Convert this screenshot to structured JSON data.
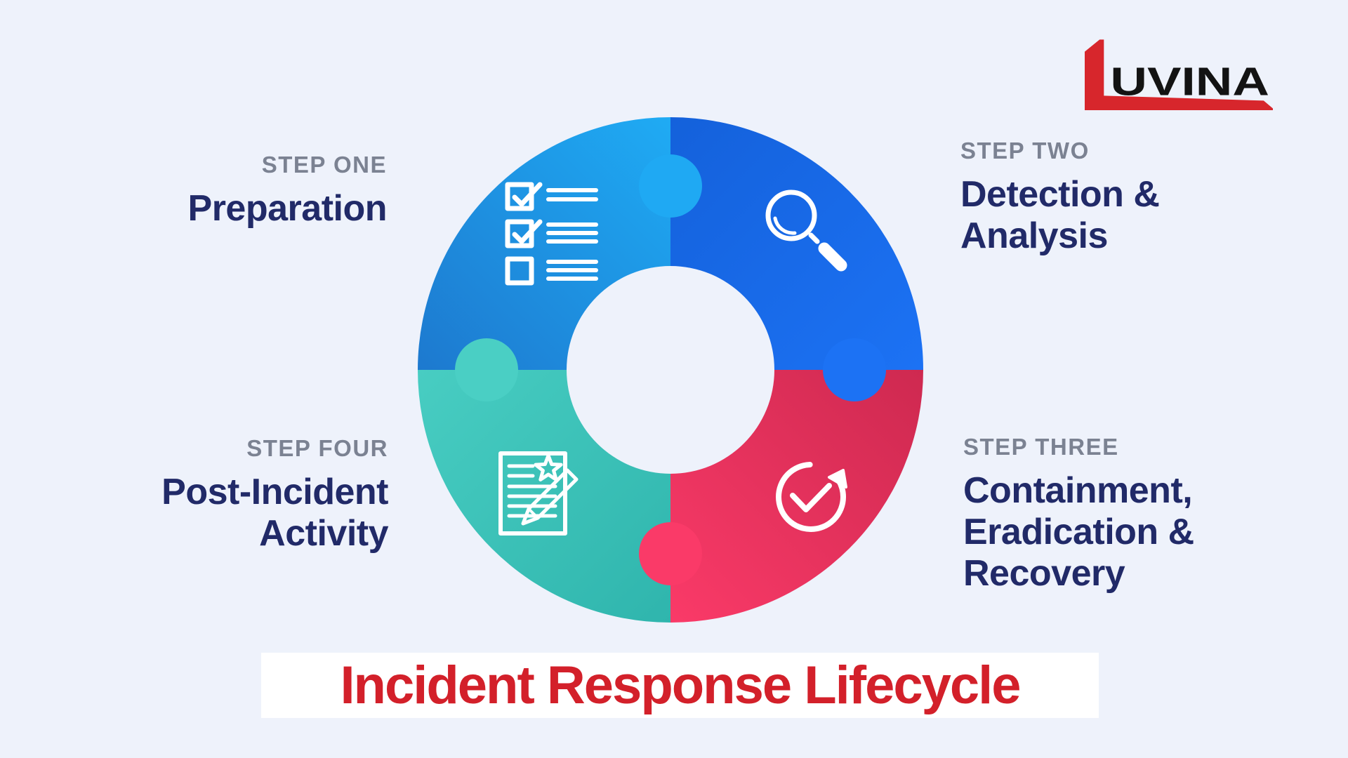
{
  "page": {
    "background_color": "#eef2fb"
  },
  "logo": {
    "text": "UVINA",
    "mark_color": "#d7262c",
    "text_color": "#131313"
  },
  "diagram": {
    "icon_stroke": "#ffffff",
    "label_color": "#7b8292",
    "title_color": "#212a68",
    "steps": [
      {
        "label": "STEP ONE",
        "title": "Preparation",
        "title_lines": [
          "Preparation"
        ],
        "icon": "checklist-icon",
        "knob_color": "#1FA9F3",
        "gradient": {
          "from": "#1FABF4",
          "to": "#1D79CF"
        }
      },
      {
        "label": "STEP TWO",
        "title": "Detection & Analysis",
        "title_lines": [
          "Detection &",
          "Analysis"
        ],
        "icon": "search-icon",
        "knob_color": "#1C72F4",
        "gradient": {
          "from": "#1461DB",
          "to": "#1C72F4"
        }
      },
      {
        "label": "STEP THREE",
        "title": "Containment, Eradication & Recovery",
        "title_lines": [
          "Containment,",
          "Eradication &",
          "Recovery"
        ],
        "icon": "refresh-check-icon",
        "knob_color": "#FA3A68",
        "gradient": {
          "from": "#FA3A68",
          "to": "#CE2950"
        }
      },
      {
        "label": "STEP FOUR",
        "title": "Post-Incident Activity",
        "title_lines": [
          "Post-Incident",
          "Activity"
        ],
        "icon": "report-icon",
        "knob_color": "#4ACFC4",
        "gradient": {
          "from": "#48CDC2",
          "to": "#2FB5AD"
        }
      }
    ]
  },
  "footer": {
    "title": "Incident Response Lifecycle",
    "title_color": "#d3202a",
    "band_color": "#ffffff"
  }
}
